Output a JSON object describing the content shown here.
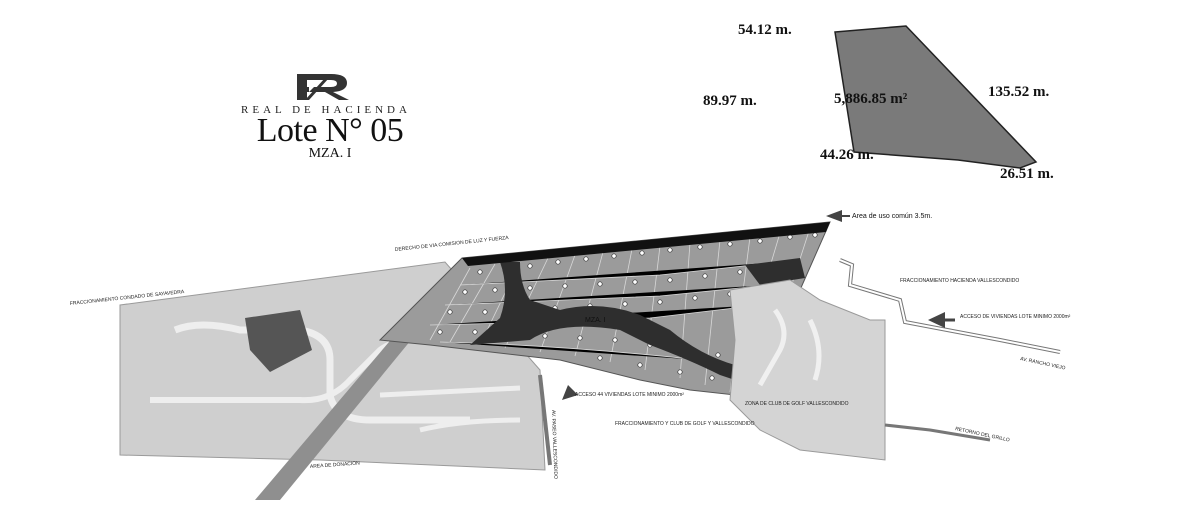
{
  "logo": {
    "brand": "REAL DE HACIENDA",
    "icon": "rh-monogram-icon"
  },
  "lot": {
    "title": "Lote N° 05",
    "block": "MZA. I"
  },
  "measurements": {
    "top": "54.12 m.",
    "left": "89.97 m.",
    "area": "5,886.85 m²",
    "right": "135.52 m.",
    "bottom_left": "44.26 m.",
    "bottom_right": "26.51 m."
  },
  "map_labels": {
    "common_area": "Area de uso común 3.5m.",
    "right_way": "DERECHO DE VIA COMISION DE LUZ Y FUERZA",
    "fracc_west": "FRACCIONAMIENTO CONDADO DE SAYAVEDRA",
    "fracc_hacienda": "FRACCIONAMIENTO HACIENDA VALLESCONDIDO",
    "access_north": "ACCESO DE VIVIENDAS LOTE MINIMO 2000m²",
    "access_south": "ACCESO 44 VIVIENDAS LOTE MINIMO 2000m²",
    "road_east": "AV. RANCHO VIEJO",
    "road_south": "RETORNO DEL GRILLO",
    "fracc_golf": "FRACCIONAMIENTO Y CLUB DE GOLF Y VALLESCONDIDO",
    "club_note": "ZONA DE CLUB DE GOLF VALLESCONDIDO",
    "road_west": "AV. PASEO VALLESCONDIDO",
    "donation": "AREA DE DONACION",
    "block_i": "MZA. I"
  }
}
